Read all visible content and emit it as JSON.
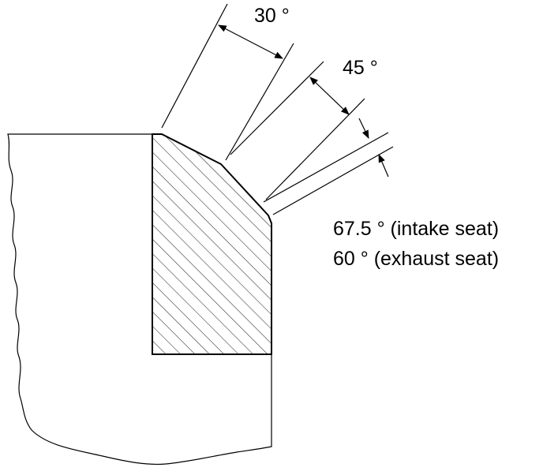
{
  "labels": {
    "angle_30": "30 °",
    "angle_45": "45 °",
    "angle_intake": "67.5 ° (intake seat)",
    "angle_exhaust": "60 ° (exhaust seat)"
  },
  "colors": {
    "ink": "#000000",
    "background": "#ffffff"
  }
}
